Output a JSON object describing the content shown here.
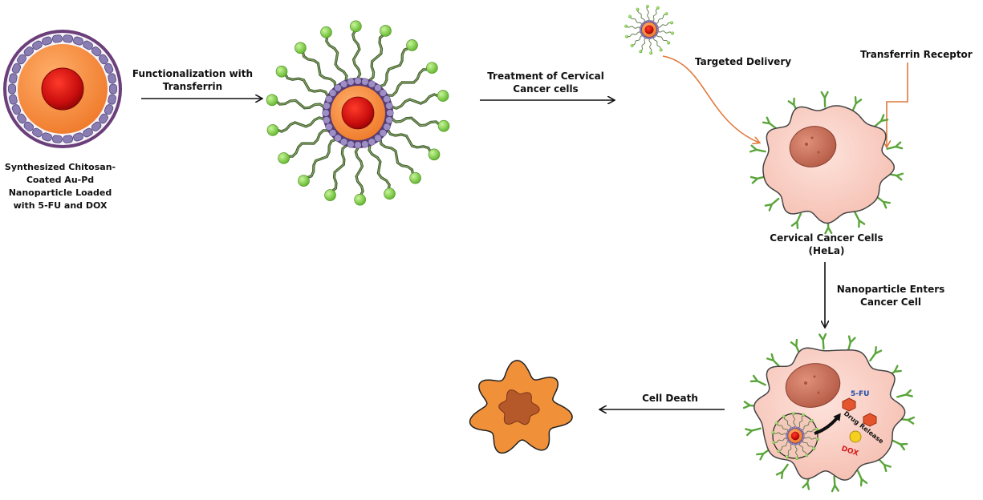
{
  "labels": {
    "synthesized_1": "Synthesized Chitosan-",
    "synthesized_2": "Coated Au-Pd",
    "synthesized_3": "Nanoparticle Loaded",
    "synthesized_4": "with 5-FU and DOX",
    "functionalization_1": "Functionalization with",
    "functionalization_2": "Transferrin",
    "treatment_1": "Treatment of Cervical",
    "treatment_2": "Cancer cells",
    "targeted_delivery": "Targeted Delivery",
    "transferrin_receptor": "Transferrin Receptor",
    "cervical_cells_1": "Cervical Cancer Cells",
    "cervical_cells_2": "(HeLa)",
    "enters_1": "Nanoparticle Enters",
    "enters_2": "Cancer Cell",
    "cell_death": "Cell Death",
    "fu": "5-FU",
    "drug_release": "Drug Release",
    "dox": "DOX"
  },
  "colors": {
    "core_red": "#c80d0d",
    "shell_orange": "#f58a3c",
    "chitosan_purple": "#8a7db4",
    "outer_purple": "#6b3f7a",
    "ligand_green": "#7ccd3c",
    "chain_dark": "#3d5a2b",
    "cell_pink": "#f8cfc4",
    "nucleus": "#c9705a",
    "receptor_green": "#5aa53a",
    "orange_arrow": "#e07a3c",
    "dead_cell": "#f0913a",
    "dead_nucleus": "#b5582a",
    "fu_label": "#1f4ea8",
    "dox_label": "#d41a1a"
  }
}
